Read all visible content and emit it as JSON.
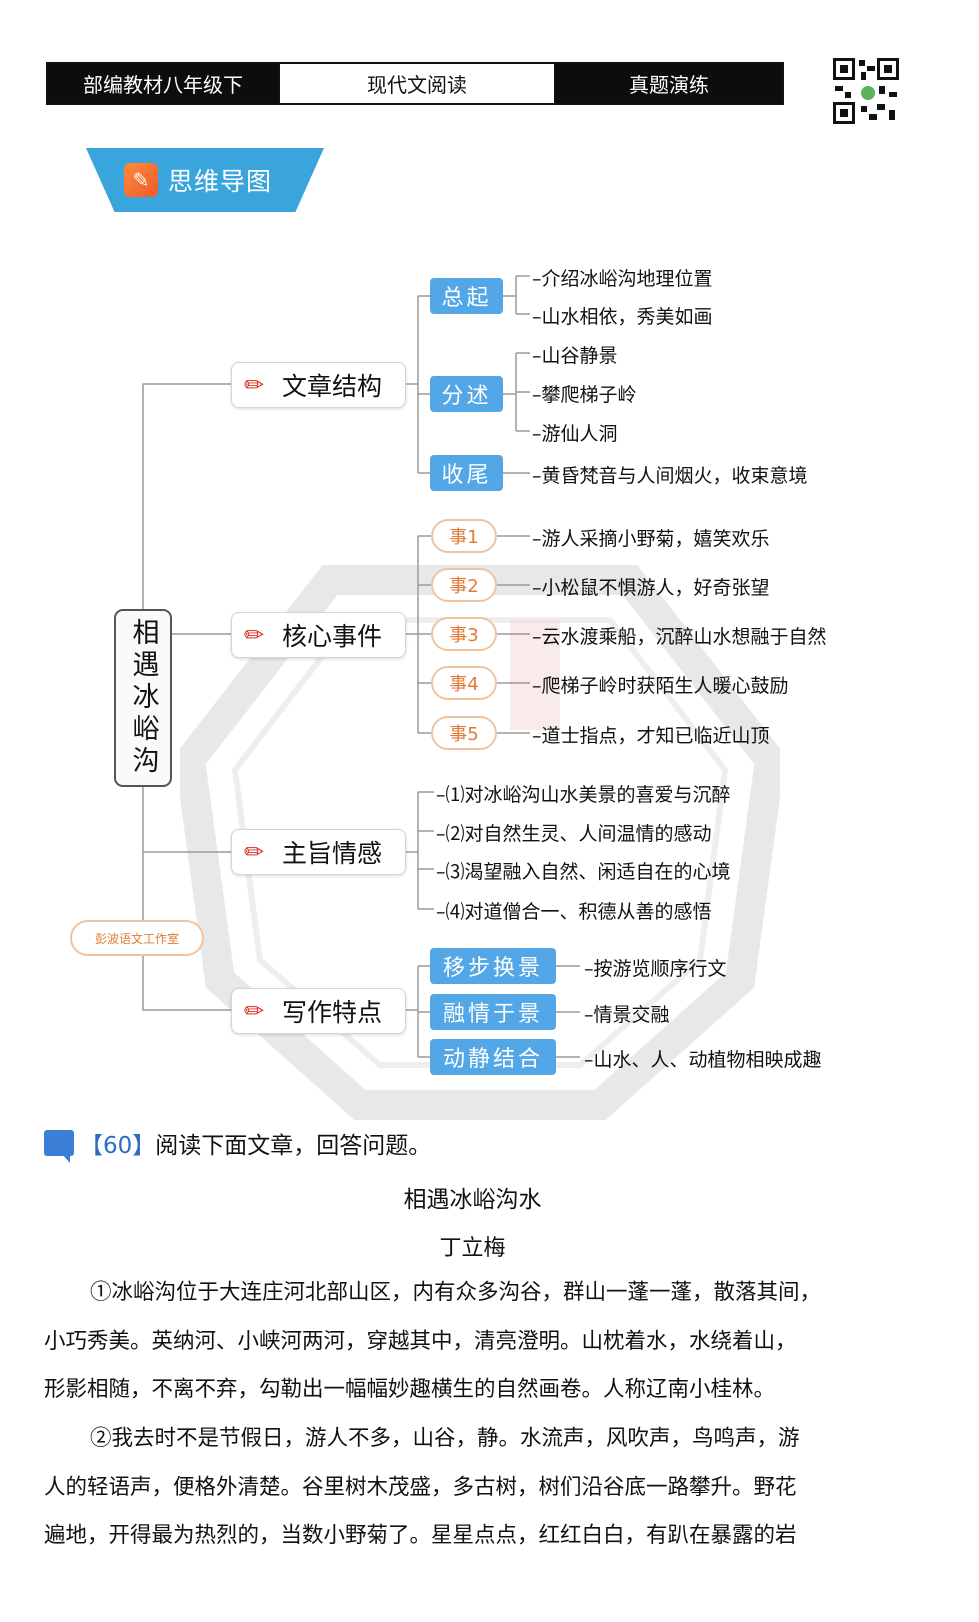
{
  "header": {
    "left": "部编教材八年级下",
    "middle": "现代文阅读",
    "right": "真题演练"
  },
  "banner": {
    "label": "思维导图"
  },
  "mindmap": {
    "center": "相遇冰峪沟",
    "studio": "彭波语文工作室",
    "branches": {
      "structure": {
        "label": "文章结构",
        "tags": [
          {
            "label": "总起",
            "leaves": [
              "–介绍冰峪沟地理位置",
              "–山水相依，秀美如画"
            ]
          },
          {
            "label": "分述",
            "leaves": [
              "–山谷静景",
              "–攀爬梯子岭",
              "–游仙人洞"
            ]
          },
          {
            "label": "收尾",
            "leaves": [
              "–黄昏梵音与人间烟火，收束意境"
            ]
          }
        ]
      },
      "events": {
        "label": "核心事件",
        "items": [
          {
            "tag": "事1",
            "text": "–游人采摘小野菊，嬉笑欢乐"
          },
          {
            "tag": "事2",
            "text": "–小松鼠不惧游人，好奇张望"
          },
          {
            "tag": "事3",
            "text": "–云水渡乘船，沉醉山水想融于自然"
          },
          {
            "tag": "事4",
            "text": "–爬梯子岭时获陌生人暖心鼓励"
          },
          {
            "tag": "事5",
            "text": "–道士指点，才知已临近山顶"
          }
        ]
      },
      "theme": {
        "label": "主旨情感",
        "leaves": [
          "–⑴对冰峪沟山水美景的喜爱与沉醉",
          "–⑵对自然生灵、人间温情的感动",
          "–⑶渴望融入自然、闲适自在的心境",
          "–⑷对道僧合一、积德从善的感悟"
        ]
      },
      "writing": {
        "label": "写作特点",
        "items": [
          {
            "tag": "移步换景",
            "text": "–按游览顺序行文"
          },
          {
            "tag": "融情于景",
            "text": "–情景交融"
          },
          {
            "tag": "动静结合",
            "text": "–山水、人、动植物相映成趣"
          }
        ]
      }
    }
  },
  "question": {
    "number": "【60】",
    "prompt": "阅读下面文章，回答问题。"
  },
  "article": {
    "title": "相遇冰峪沟水",
    "author": "丁立梅",
    "para1": [
      "①冰峪沟位于大连庄河北部山区，内有众多沟谷，群山一蓬一蓬，散落其间，",
      "小巧秀美。英纳河、小峡河两河，穿越其中，清亮澄明。山枕着水，水绕着山，",
      "形影相随，不离不弃，勾勒出一幅幅妙趣横生的自然画卷。人称辽南小桂林。"
    ],
    "para2": [
      "②我去时不是节假日，游人不多，山谷，静。水流声，风吹声，鸟鸣声，游",
      "人的轻语声，便格外清楚。谷里树木茂盛，多古树，树们沿谷底一路攀升。野花",
      "遍地，开得最为热烈的，当数小野菊了。星星点点，红红白白，有趴在暴露的岩"
    ]
  }
}
